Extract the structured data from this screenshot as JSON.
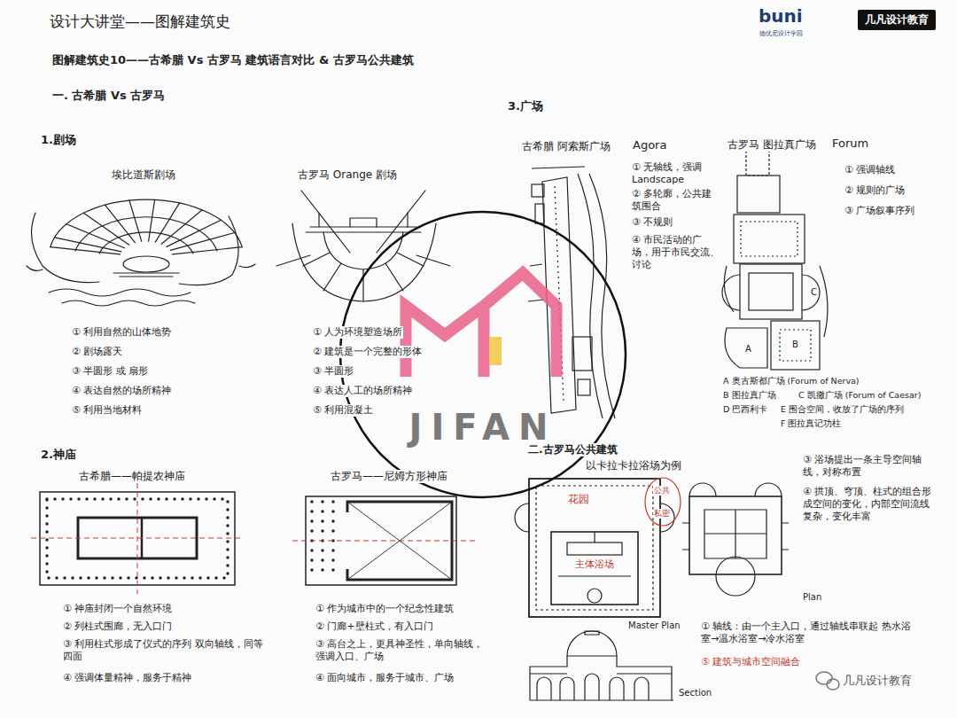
{
  "diagram": {
    "title": "设计大讲堂——图解建筑史",
    "nodes": [
      {
        "text": [
          "几凡设计教育"
        ]
      },
      {
        "text": [
          "JIFAN"
        ]
      }
    ],
    "labels": [
      "图解建筑史10——古希腊 Vs 古罗马 建筑语言对比 & 古罗马公共建筑",
      "一. 古希腊 Vs 古罗马",
      "1.剧场",
      "埃比道斯剧场",
      "古罗马 Orange 剧场",
      "① 利用自然的山体地势",
      "② 剧场露天",
      "③ 半圆形 或 扇形",
      "④ 表达自然的场所精神",
      "⑤ 利用当地材料",
      "① 人为环境塑造场所",
      "② 建筑是一个完整的形体",
      "③ 半圆形",
      "④ 表达人工的场所精神",
      "⑤ 利用混凝土",
      "2.神庙",
      "古希腊——帕提农神庙",
      "古罗马——尼姆方形神庙",
      "① 神庙封闭一个自然环境",
      "② 列柱式围廊，无入口门",
      "③ 利用柱式形成了仪式的序列 双向轴线，同等四面",
      "④ 强调体量精神，服务于精神",
      "① 作为城市中的一个纪念性建筑",
      "② 门廊+壁柱式，有入口门",
      "③ 高台之上，更具神圣性，单向轴线，强调入口、广场",
      "④ 面向城市，服务于城市、广场",
      "3.广场",
      "古希腊 阿索斯广场",
      "Agora",
      "古罗马 图拉真广场",
      "Forum",
      "① 无轴线，强调Landscape",
      "② 多轮廓，公共建筑围合",
      "③ 不规则",
      "④ 市民活动的广场，用于市民交流、讨论",
      "① 强调轴线",
      "② 规则的广场",
      "③ 广场叙事序列",
      "A 奥古斯都广场 (Forum of Nerva)",
      "B 图拉真广场",
      "C 凯撒广场 (Forum of Caesar)",
      "D 巴西利卡",
      "E 围合空间，收放了广场的序列",
      "F 图拉真记功柱",
      "A",
      "B",
      "C",
      "二.古罗马公共建筑",
      "以卡拉卡拉浴场为例",
      "花园",
      "主体浴场",
      "公共",
      "私密",
      "Master Plan",
      "Plan",
      "Section",
      "③ 浴场提出一条主导空间轴线，对称布置",
      "④ 拱顶、穹顶、柱式的组合形成空间的变化，内部空间流线复杂，变化丰富",
      "① 轴线：由一个主入口，通过轴线串联起 热水浴室→温水浴室→冷水浴室",
      "⑤ 建筑与城市空间融合",
      "几凡设计教育",
      "buni",
      "德优尼设计学园"
    ]
  }
}
